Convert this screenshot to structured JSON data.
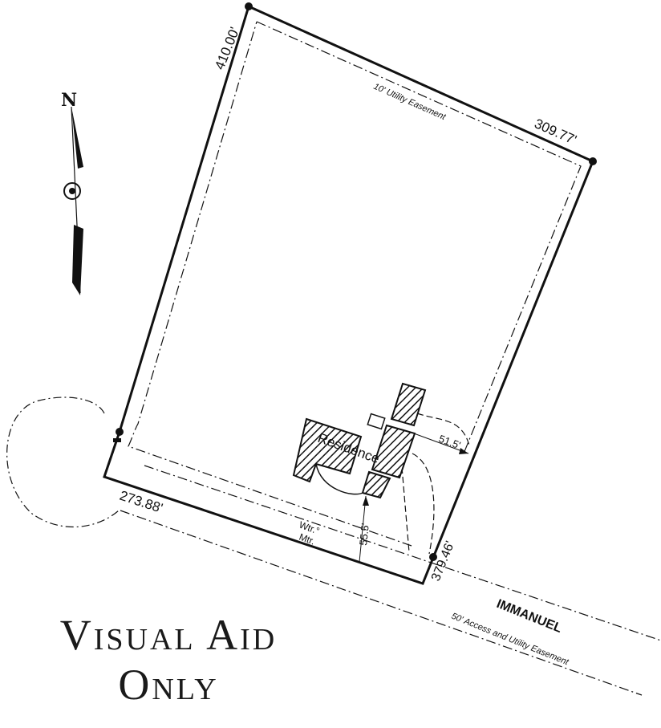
{
  "north_arrow": {
    "label": "N"
  },
  "boundary": {
    "top_left_dim": "410.00'",
    "top_right_dim": "309.77'",
    "bottom_left_dim": "273.88'",
    "bottom_right_dim": "379.46'"
  },
  "easements": {
    "utility": "10' Utility Easement",
    "road_name": "IMMANUEL",
    "road_easement": "50' Access and Utility Easement"
  },
  "structure": {
    "residence": "Residence",
    "setback_side": "51.5'",
    "setback_front": "55.5'",
    "water_meter_line1": "Wtr.°",
    "water_meter_line2": "Mtr."
  },
  "banner": {
    "line1": "Visual Aid",
    "line2": "Only"
  }
}
